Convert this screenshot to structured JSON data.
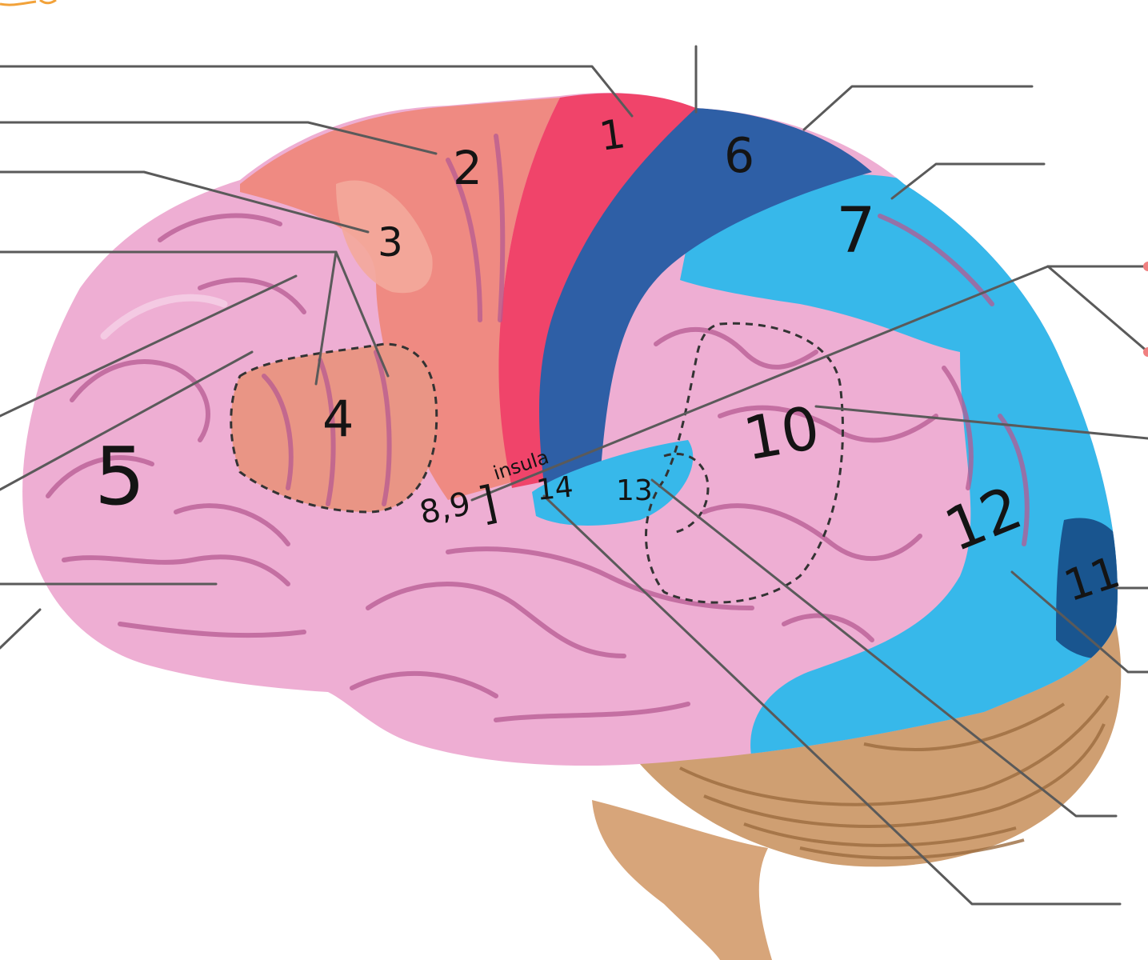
{
  "colors": {
    "pink_cortex": "#eeaed3",
    "motor_red": "#ef8a82",
    "primary_motor": "#f0446a",
    "somatosensory_dark_blue": "#2e5fa6",
    "association_blue": "#37b8ea",
    "visual_dark_blue": "#19558f",
    "cerebellum": "#cf9f72",
    "brainstem": "#d7a57a"
  },
  "labels": {
    "n1": "1",
    "n2": "2",
    "n3": "3",
    "n4": "4",
    "n5": "5",
    "n6": "6",
    "n7": "7",
    "n8_9": "8,9",
    "insula": "insula",
    "n10": "10",
    "n11": "11",
    "n12": "12",
    "n13": "13",
    "n14": "14"
  }
}
